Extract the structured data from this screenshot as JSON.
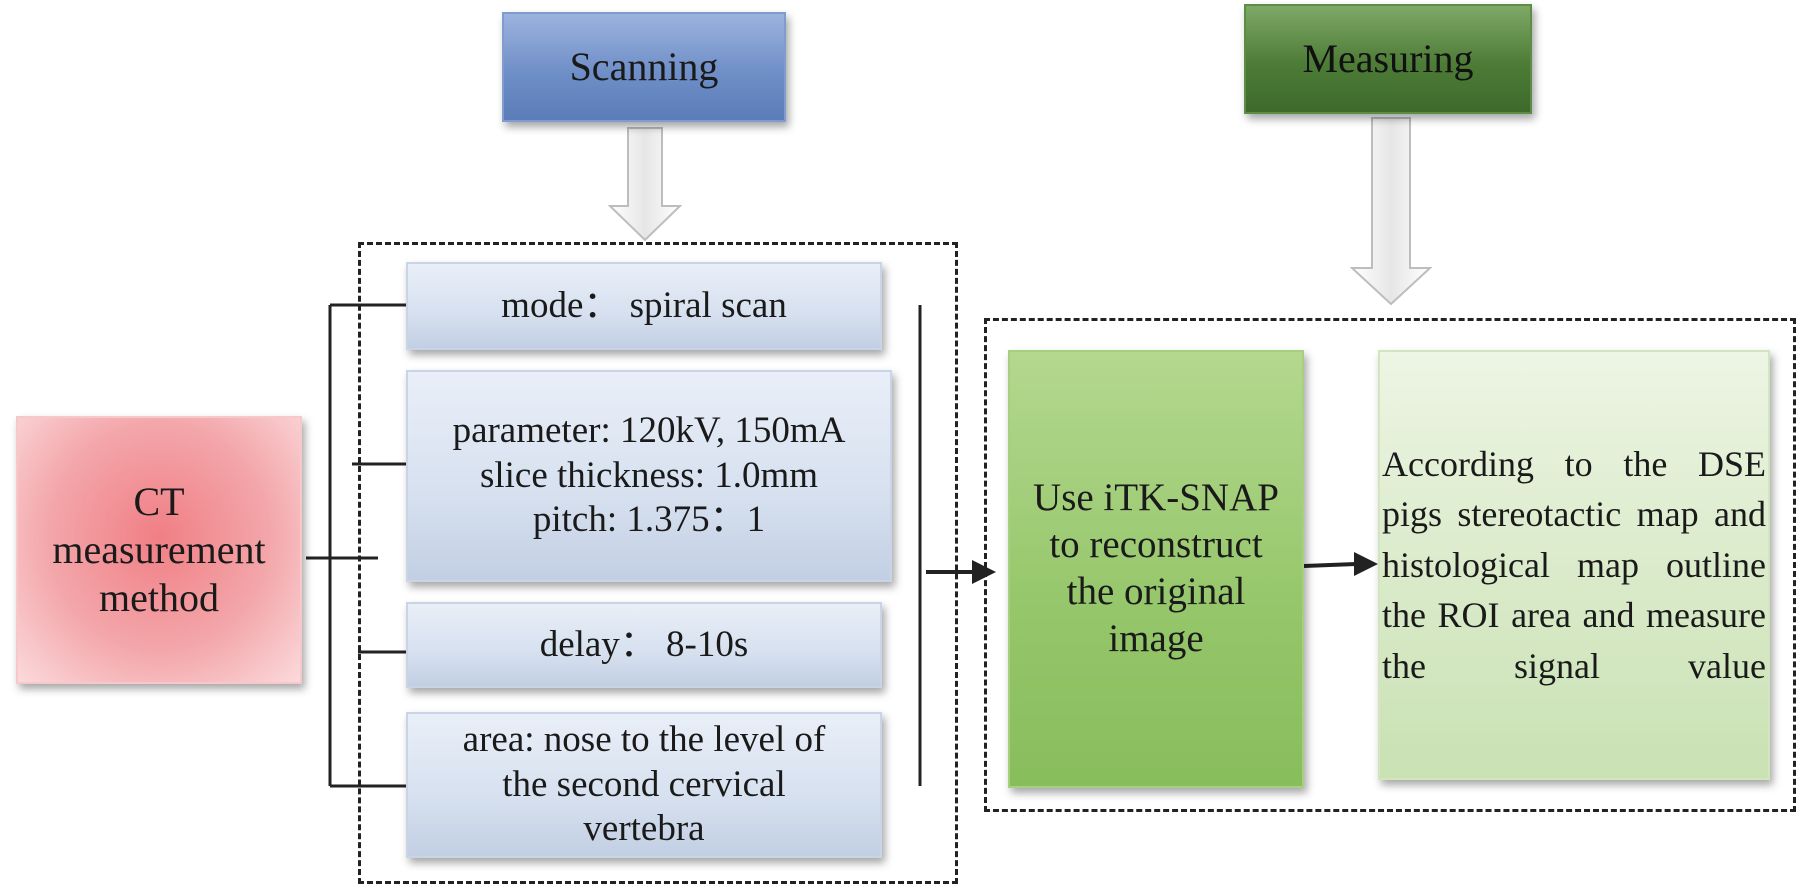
{
  "header_scanning": "Scanning",
  "header_measuring": "Measuring",
  "ct_method": "CT\nmeasurement\nmethod",
  "scan_params": {
    "mode": "mode：  spiral scan",
    "parameter": "parameter: 120kV, 150mA\nslice thickness: 1.0mm\npitch: 1.375：1",
    "delay": "delay：  8-10s",
    "area": "area: nose to the level of\nthe second cervical\nvertebra"
  },
  "measure_steps": {
    "itk": "Use iTK-SNAP\nto reconstruct\nthe original\nimage",
    "dse": "According to the DSE pigs stereotactic map and histological map outline the ROI area and measure the signal value"
  },
  "colors": {
    "scanning_header": "#6f8fc8",
    "measuring_header": "#4d7c37",
    "ct_box": "#f07f85",
    "param_box": "#d6e0ef",
    "itk_box": "#95c66a",
    "dse_box": "#d7e9c6"
  }
}
